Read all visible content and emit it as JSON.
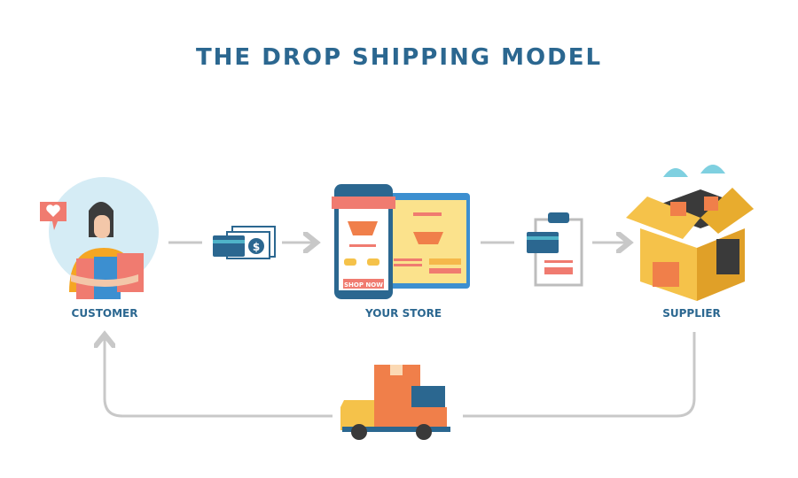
{
  "title": "THE DROP SHIPPING MODEL",
  "nodes": {
    "customer": "CUSTOMER",
    "store": "YOUR STORE",
    "supplier": "SUPPLIER"
  },
  "store_button": "SHOP NOW",
  "colors": {
    "title": "#2b6790",
    "arrow": "#c8c8c8",
    "orange": "#f07f4a",
    "blue": "#2b6790",
    "yellow": "#f5d06a"
  }
}
